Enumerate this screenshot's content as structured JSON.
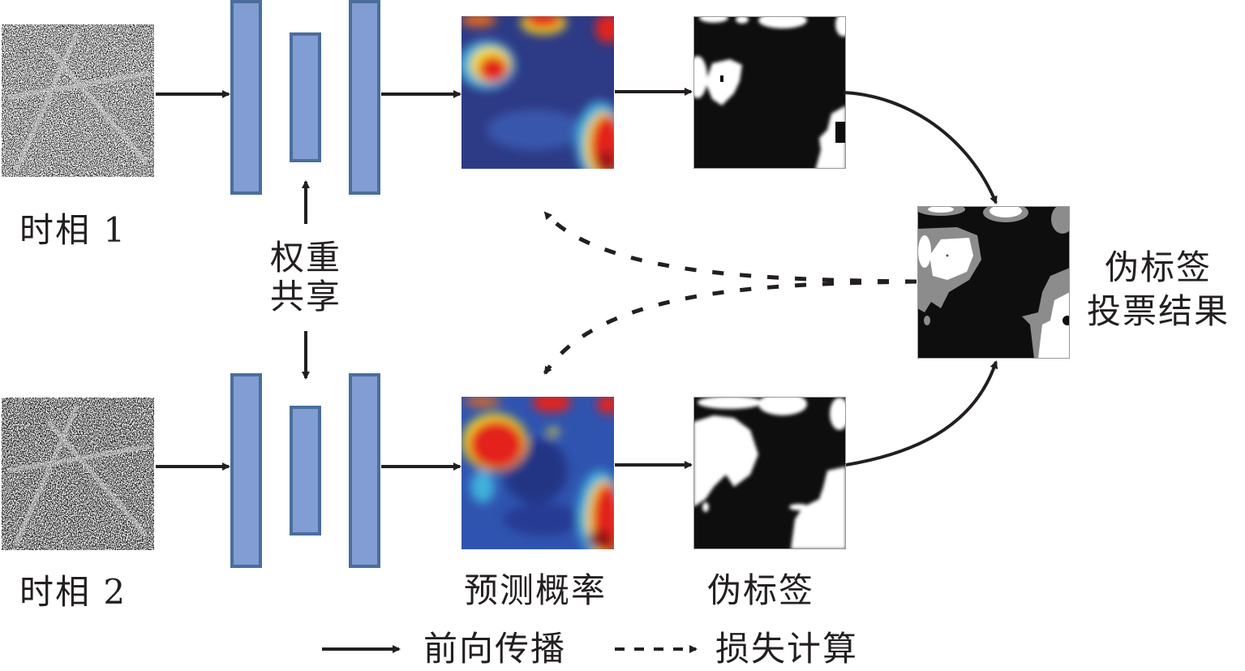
{
  "diagram": {
    "inputs": [
      {
        "label": "时相 1",
        "image": "SAR image (time 1)"
      },
      {
        "label": "时相 2",
        "image": "SAR image (time 2)"
      }
    ],
    "weight_sharing": {
      "line1": "权重",
      "line2": "共享"
    },
    "outputs": {
      "probability_label": "预测概率",
      "pseudo_label": "伪标签",
      "vote_result": {
        "line1": "伪标签",
        "line2": "投票结果"
      }
    },
    "legend": {
      "forward": "前向传播",
      "loss": "损失计算"
    },
    "colors": {
      "encoder_fill": "#829dd3",
      "encoder_border": "#4a6e9c",
      "arrow": "#231f20",
      "heat_low": "#2b3a86",
      "heat_high": "#e3231d",
      "vote_uncertain": "#8c8c8c"
    }
  }
}
